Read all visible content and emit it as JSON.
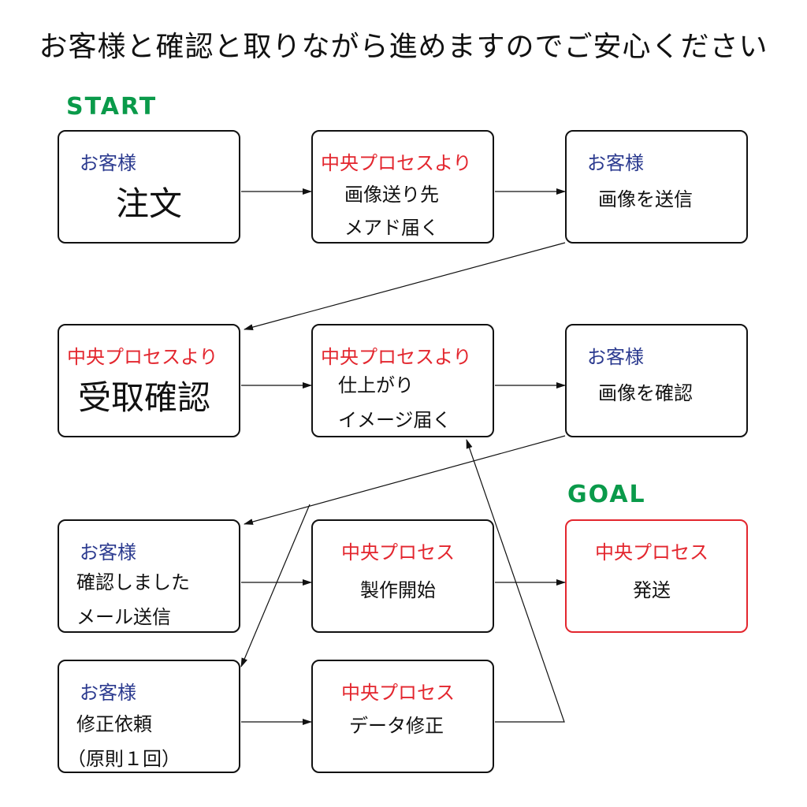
{
  "title": "お客様と確認と取りながら進めますのでご安心ください",
  "start_label": "START",
  "goal_label": "GOAL",
  "boxes": {
    "b1": {
      "head": "お客様",
      "main": "注文"
    },
    "b2": {
      "head": "中央プロセスより",
      "line1": "画像送り先",
      "line2": "メアド届く"
    },
    "b3": {
      "head": "お客様",
      "line1": "画像を送信"
    },
    "b4": {
      "head": "中央プロセスより",
      "main": "受取確認"
    },
    "b5": {
      "head": "中央プロセスより",
      "line1": "仕上がり",
      "line2": "イメージ届く"
    },
    "b6": {
      "head": "お客様",
      "line1": "画像を確認"
    },
    "b7": {
      "head": "お客様",
      "line1": "確認しました",
      "line2": "メール送信"
    },
    "b8": {
      "head": "中央プロセス",
      "line1": "製作開始"
    },
    "b9": {
      "head": "中央プロセス",
      "line1": "発送"
    },
    "b10": {
      "head": "お客様",
      "line1": "修正依頼",
      "line2": "（原則１回）"
    },
    "b11": {
      "head": "中央プロセス",
      "line1": "データ修正"
    }
  },
  "colors": {
    "accent_green": "#0a9a4a",
    "process_red": "#e3262e",
    "customer_blue": "#2b3a8f"
  }
}
